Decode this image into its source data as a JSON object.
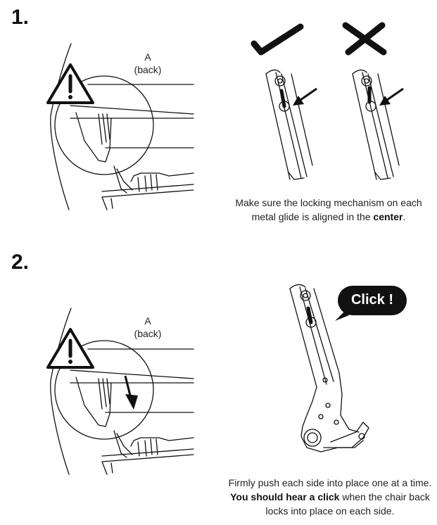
{
  "step1": {
    "number": "1.",
    "part_label": "A",
    "part_sublabel": "(back)",
    "caption_pre": "Make sure the locking mechanism on each metal glide is aligned in the ",
    "caption_bold": "center",
    "caption_post": "."
  },
  "step2": {
    "number": "2.",
    "part_label": "A",
    "part_sublabel": "(back)",
    "click_text": "Click !",
    "caption_pre": "Firmly push each side into place one at a time. ",
    "caption_bold": "You should hear a click",
    "caption_post": " when the chair back locks into place on each side."
  },
  "icons": {
    "warning": "warning-triangle-icon",
    "correct": "checkmark-icon",
    "incorrect": "cross-icon",
    "pointer": "arrow-icon"
  },
  "colors": {
    "ink": "#111111",
    "background": "#ffffff",
    "bubble_text": "#ffffff"
  }
}
